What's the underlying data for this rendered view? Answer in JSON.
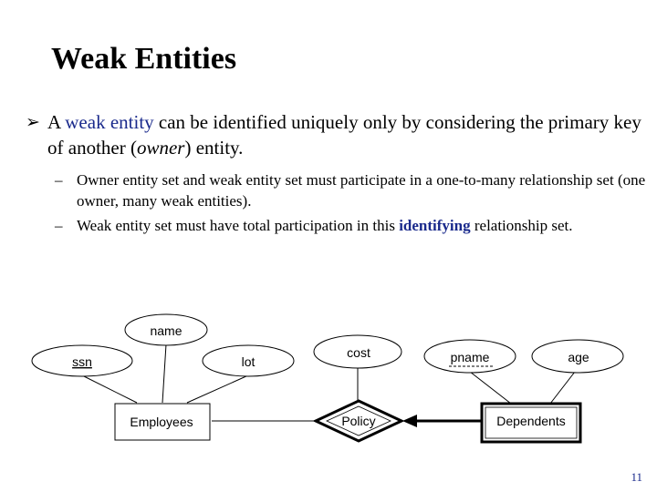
{
  "slide": {
    "title": "Weak Entities",
    "bullet_main": {
      "part1": "A ",
      "weak_entity": "weak entity",
      "part2": " can be identified uniquely only by considering the primary key of another (",
      "owner": "owner",
      "part3": ") entity."
    },
    "sub_bullets": [
      {
        "dash": "–",
        "text": "Owner entity set and weak entity set must participate in a one-to-many relationship set (one owner, many weak entities)."
      },
      {
        "dash": "–",
        "text_before": "Weak entity set must have total participation in this ",
        "identifying": "identifying",
        "text_after": " relationship set."
      }
    ],
    "page_number": "11"
  },
  "diagram": {
    "attributes": {
      "ssn": "ssn",
      "name": "name",
      "lot": "lot",
      "cost": "cost",
      "pname": "pname",
      "age": "age"
    },
    "entities": {
      "employees": "Employees",
      "dependents": "Dependents"
    },
    "relationships": {
      "policy": "Policy"
    }
  }
}
